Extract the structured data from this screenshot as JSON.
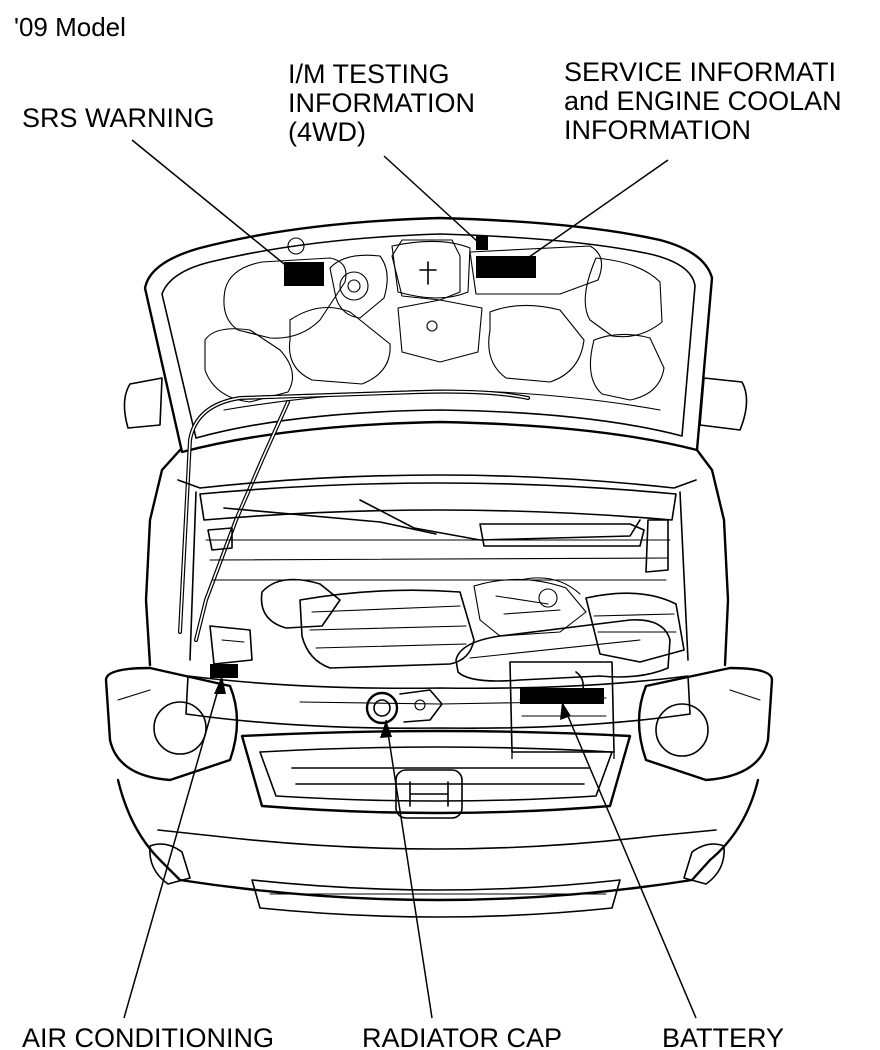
{
  "model": "'09 Model",
  "labels": {
    "srs": "SRS WARNING",
    "im": "I/M TESTING\nINFORMATION\n(4WD)",
    "service": "SERVICE INFORMATI\nand ENGINE COOLAN\nINFORMATION",
    "ac": "AIR CONDITIONING",
    "radiator": "RADIATOR CAP",
    "battery": "BATTERY"
  },
  "colors": {
    "line": "#000000",
    "background": "#ffffff"
  }
}
